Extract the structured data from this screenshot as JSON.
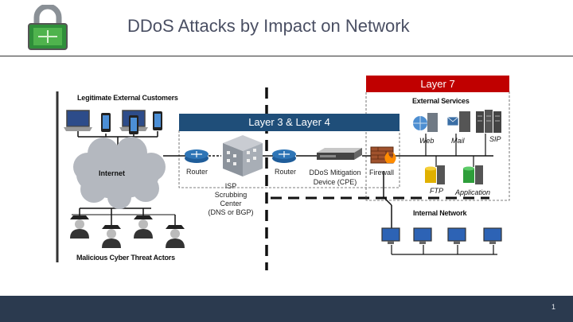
{
  "slide": {
    "title": "DDoS Attacks by Impact on Network",
    "page_number": "1"
  },
  "labels": {
    "legit_customers": "Legitimate External Customers",
    "internet": "Internet",
    "malicious": "Malicious Cyber Threat Actors",
    "layer34": "Layer 3 & Layer 4",
    "layer7": "Layer 7",
    "router1": "Router",
    "isp_line1": "ISP",
    "isp_line2": "Scrubbing",
    "isp_line3": "Center",
    "isp_line4": "(DNS or BGP)",
    "router2": "Router",
    "ddos_line1": "DDoS Mitigation",
    "ddos_line2": "Device (CPE)",
    "firewall": "Firewall",
    "external_services": "External Services",
    "web": "Web",
    "mail": "Mail",
    "sip": "SIP",
    "ftp": "FTP",
    "application": "Application",
    "internal_network": "Internal Network"
  },
  "colors": {
    "title": "#4a4f63",
    "layer34_banner": "#1f4e79",
    "layer7_banner": "#c00000",
    "footer": "#2b3a4f",
    "router": "#2e75b6",
    "cloud": "#b4b8bf"
  },
  "icons": [
    "lock-icon",
    "laptop-icon",
    "phone-icon",
    "cloud-icon",
    "hacker-icon",
    "router-icon",
    "building-icon",
    "server-appliance-icon",
    "firewall-icon",
    "globe-icon",
    "mail-icon",
    "server-rack-icon",
    "database-icon",
    "desktop-icon"
  ]
}
